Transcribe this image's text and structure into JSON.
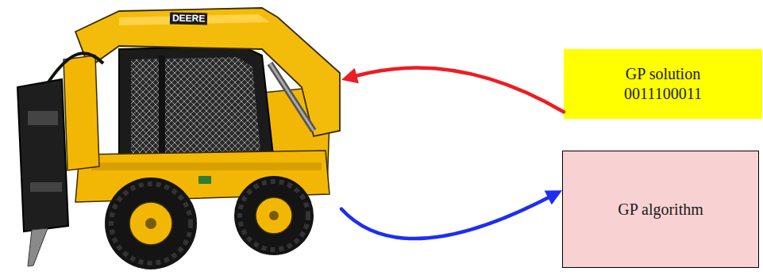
{
  "diagram": {
    "nodes": [
      {
        "text": [
          "DEERE"
        ]
      },
      {
        "text": [
          "GP solution",
          "0011100011"
        ]
      },
      {
        "text": [
          "GP algorithm"
        ]
      }
    ],
    "edges": [
      {
        "from": 1,
        "to": 0,
        "arrow": "to"
      },
      {
        "from": 0,
        "to": 2,
        "arrow": "to"
      }
    ]
  }
}
